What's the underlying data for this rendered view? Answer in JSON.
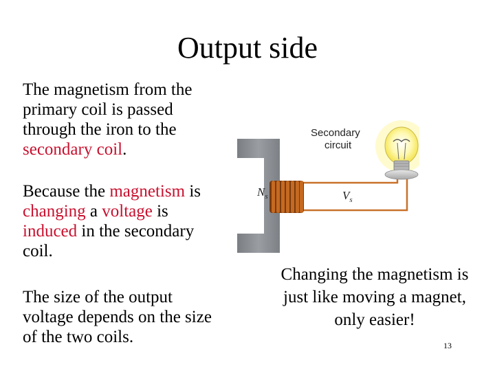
{
  "slide": {
    "title": "Output side",
    "paragraph1": {
      "pre": "The magnetism from the primary coil is passed through the iron to the ",
      "highlight": "secondary coil",
      "post": "."
    },
    "paragraph2": {
      "t1": "Because the ",
      "h1": "magnetism",
      "t2": " is ",
      "h2": "changing",
      "t3": " a ",
      "h3": "voltage",
      "t4": " is ",
      "h4": "induced",
      "t5": " in the secondary coil."
    },
    "paragraph3": "The size of the output voltage depends on the size of the two coils.",
    "caption": "Changing the magnetism is just like moving a magnet, only easier!",
    "slide_number": "13"
  },
  "diagram": {
    "circuit_label_line1": "Secondary",
    "circuit_label_line2": "circuit",
    "coil_label": "N",
    "coil_label_sub": "s",
    "voltage_label": "V",
    "voltage_label_sub": "s",
    "colors": {
      "core": "#8e9297",
      "coil": "#b8651b",
      "wire": "#c8712a",
      "bulb_glow": "#fff27a",
      "text_highlight": "#c8102e"
    }
  }
}
